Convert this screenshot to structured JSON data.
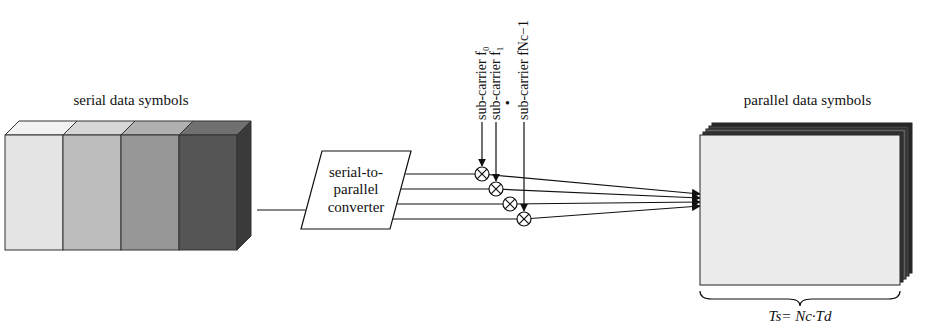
{
  "diagram": {
    "nodes": [
      {
        "text": [
          "serial data symbols"
        ]
      },
      {
        "text": [
          "serial-to-parallel converter"
        ]
      },
      {
        "text": [
          "parallel data symbols"
        ]
      }
    ],
    "edges": [
      {
        "from": 0,
        "to": 1,
        "arrow": "none"
      },
      {
        "from": 1,
        "to": 2,
        "arrow": "to"
      },
      {
        "from": 1,
        "to": 2,
        "arrow": "to"
      },
      {
        "from": 1,
        "to": 2,
        "arrow": "to"
      },
      {
        "from": 1,
        "to": 2,
        "arrow": "to"
      }
    ],
    "labels": [
      "sub-carrier f₀",
      "sub-carrier f₁",
      "•",
      "sub-carrier fNc−1",
      "Ts= Nc·Td"
    ]
  }
}
